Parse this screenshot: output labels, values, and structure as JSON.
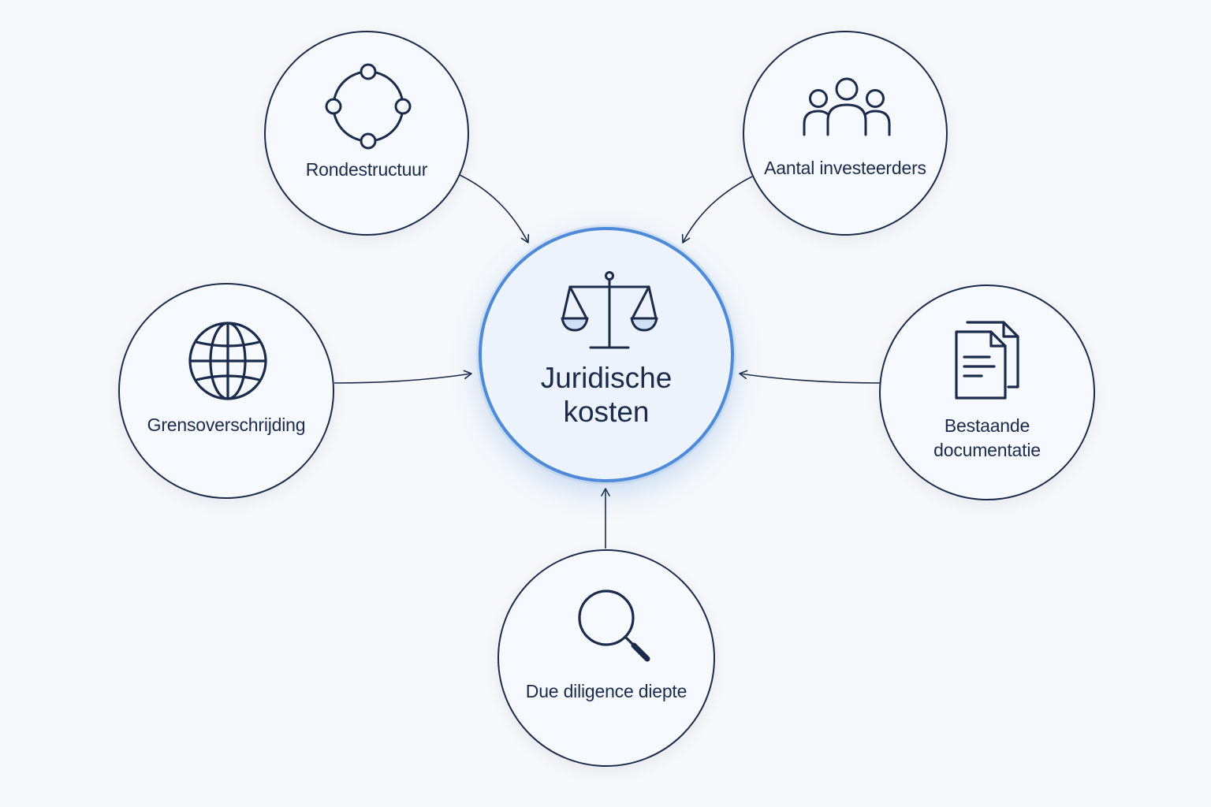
{
  "diagram": {
    "center": {
      "label_lines": [
        "Juridische",
        "kosten"
      ],
      "icon": "scales-icon"
    },
    "nodes": [
      {
        "id": "rondestructuur",
        "label_lines": [
          "Rondestructuur"
        ],
        "icon": "cycle-icon"
      },
      {
        "id": "aantal-investeerders",
        "label_lines": [
          "Aantal investeerders"
        ],
        "icon": "people-icon"
      },
      {
        "id": "grensoverschrijding",
        "label_lines": [
          "Grensoverschrijding"
        ],
        "icon": "globe-icon"
      },
      {
        "id": "bestaande-documentatie",
        "label_lines": [
          "Bestaande",
          "documentatie"
        ],
        "icon": "documents-icon"
      },
      {
        "id": "due-diligence-diepte",
        "label_lines": [
          "Due diligence diepte"
        ],
        "icon": "magnifier-icon"
      }
    ],
    "colors": {
      "background": "#f6f8fb",
      "stroke": "#1a2b4c",
      "accent": "#4d8ad8",
      "icon_fill_light": "#cfe0f5"
    }
  }
}
